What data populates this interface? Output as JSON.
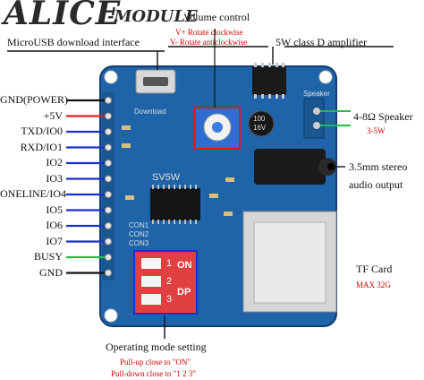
{
  "brand": {
    "main": "ALICE",
    "sub": "-MODULE"
  },
  "callouts": {
    "usb": "MicroUSB download interface",
    "volume": "Volume control",
    "volume_up": "V+ Rotate clockwise",
    "volume_down": "V- Rotate anticlockwise",
    "amplifier": "5W class D amplifier",
    "speaker": "4-8Ω  Speaker",
    "speaker_power": "3-5W",
    "stereo_line1": "3.5mm stereo",
    "stereo_line2": "audio output",
    "tf_card": "TF Card",
    "tf_max": "MAX 32G",
    "mode": "Operating mode setting",
    "mode_up": "Pull-up close to \"ON\"",
    "mode_down": "Pull-down close to \"1 2 3\""
  },
  "pins": [
    {
      "label": "GND(POWER)",
      "color": "#111111"
    },
    {
      "label": "+5V",
      "color": "#e02020"
    },
    {
      "label": "TXD/IO0",
      "color": "#1a2fd0"
    },
    {
      "label": "RXD/IO1",
      "color": "#1a2fd0"
    },
    {
      "label": "IO2",
      "color": "#1a2fd0"
    },
    {
      "label": "IO3",
      "color": "#1a2fd0"
    },
    {
      "label": "ONELINE/IO4",
      "color": "#1a2fd0"
    },
    {
      "label": "IO5",
      "color": "#1a2fd0"
    },
    {
      "label": "IO6",
      "color": "#1a2fd0"
    },
    {
      "label": "IO7",
      "color": "#1a2fd0"
    },
    {
      "label": "BUSY",
      "color": "#22c040"
    },
    {
      "label": "GND",
      "color": "#111111"
    }
  ],
  "board_marks": {
    "model": "SV5W",
    "download": "Download",
    "speaker_pcb": "Speaker",
    "cap_top": "100",
    "cap_bottom": "16V",
    "dip_on": "ON",
    "dip_dp": "DP",
    "dip_1": "1",
    "dip_2": "2",
    "dip_3": "3",
    "con1": "CON1",
    "con2": "CON2",
    "con3": "CON3"
  }
}
